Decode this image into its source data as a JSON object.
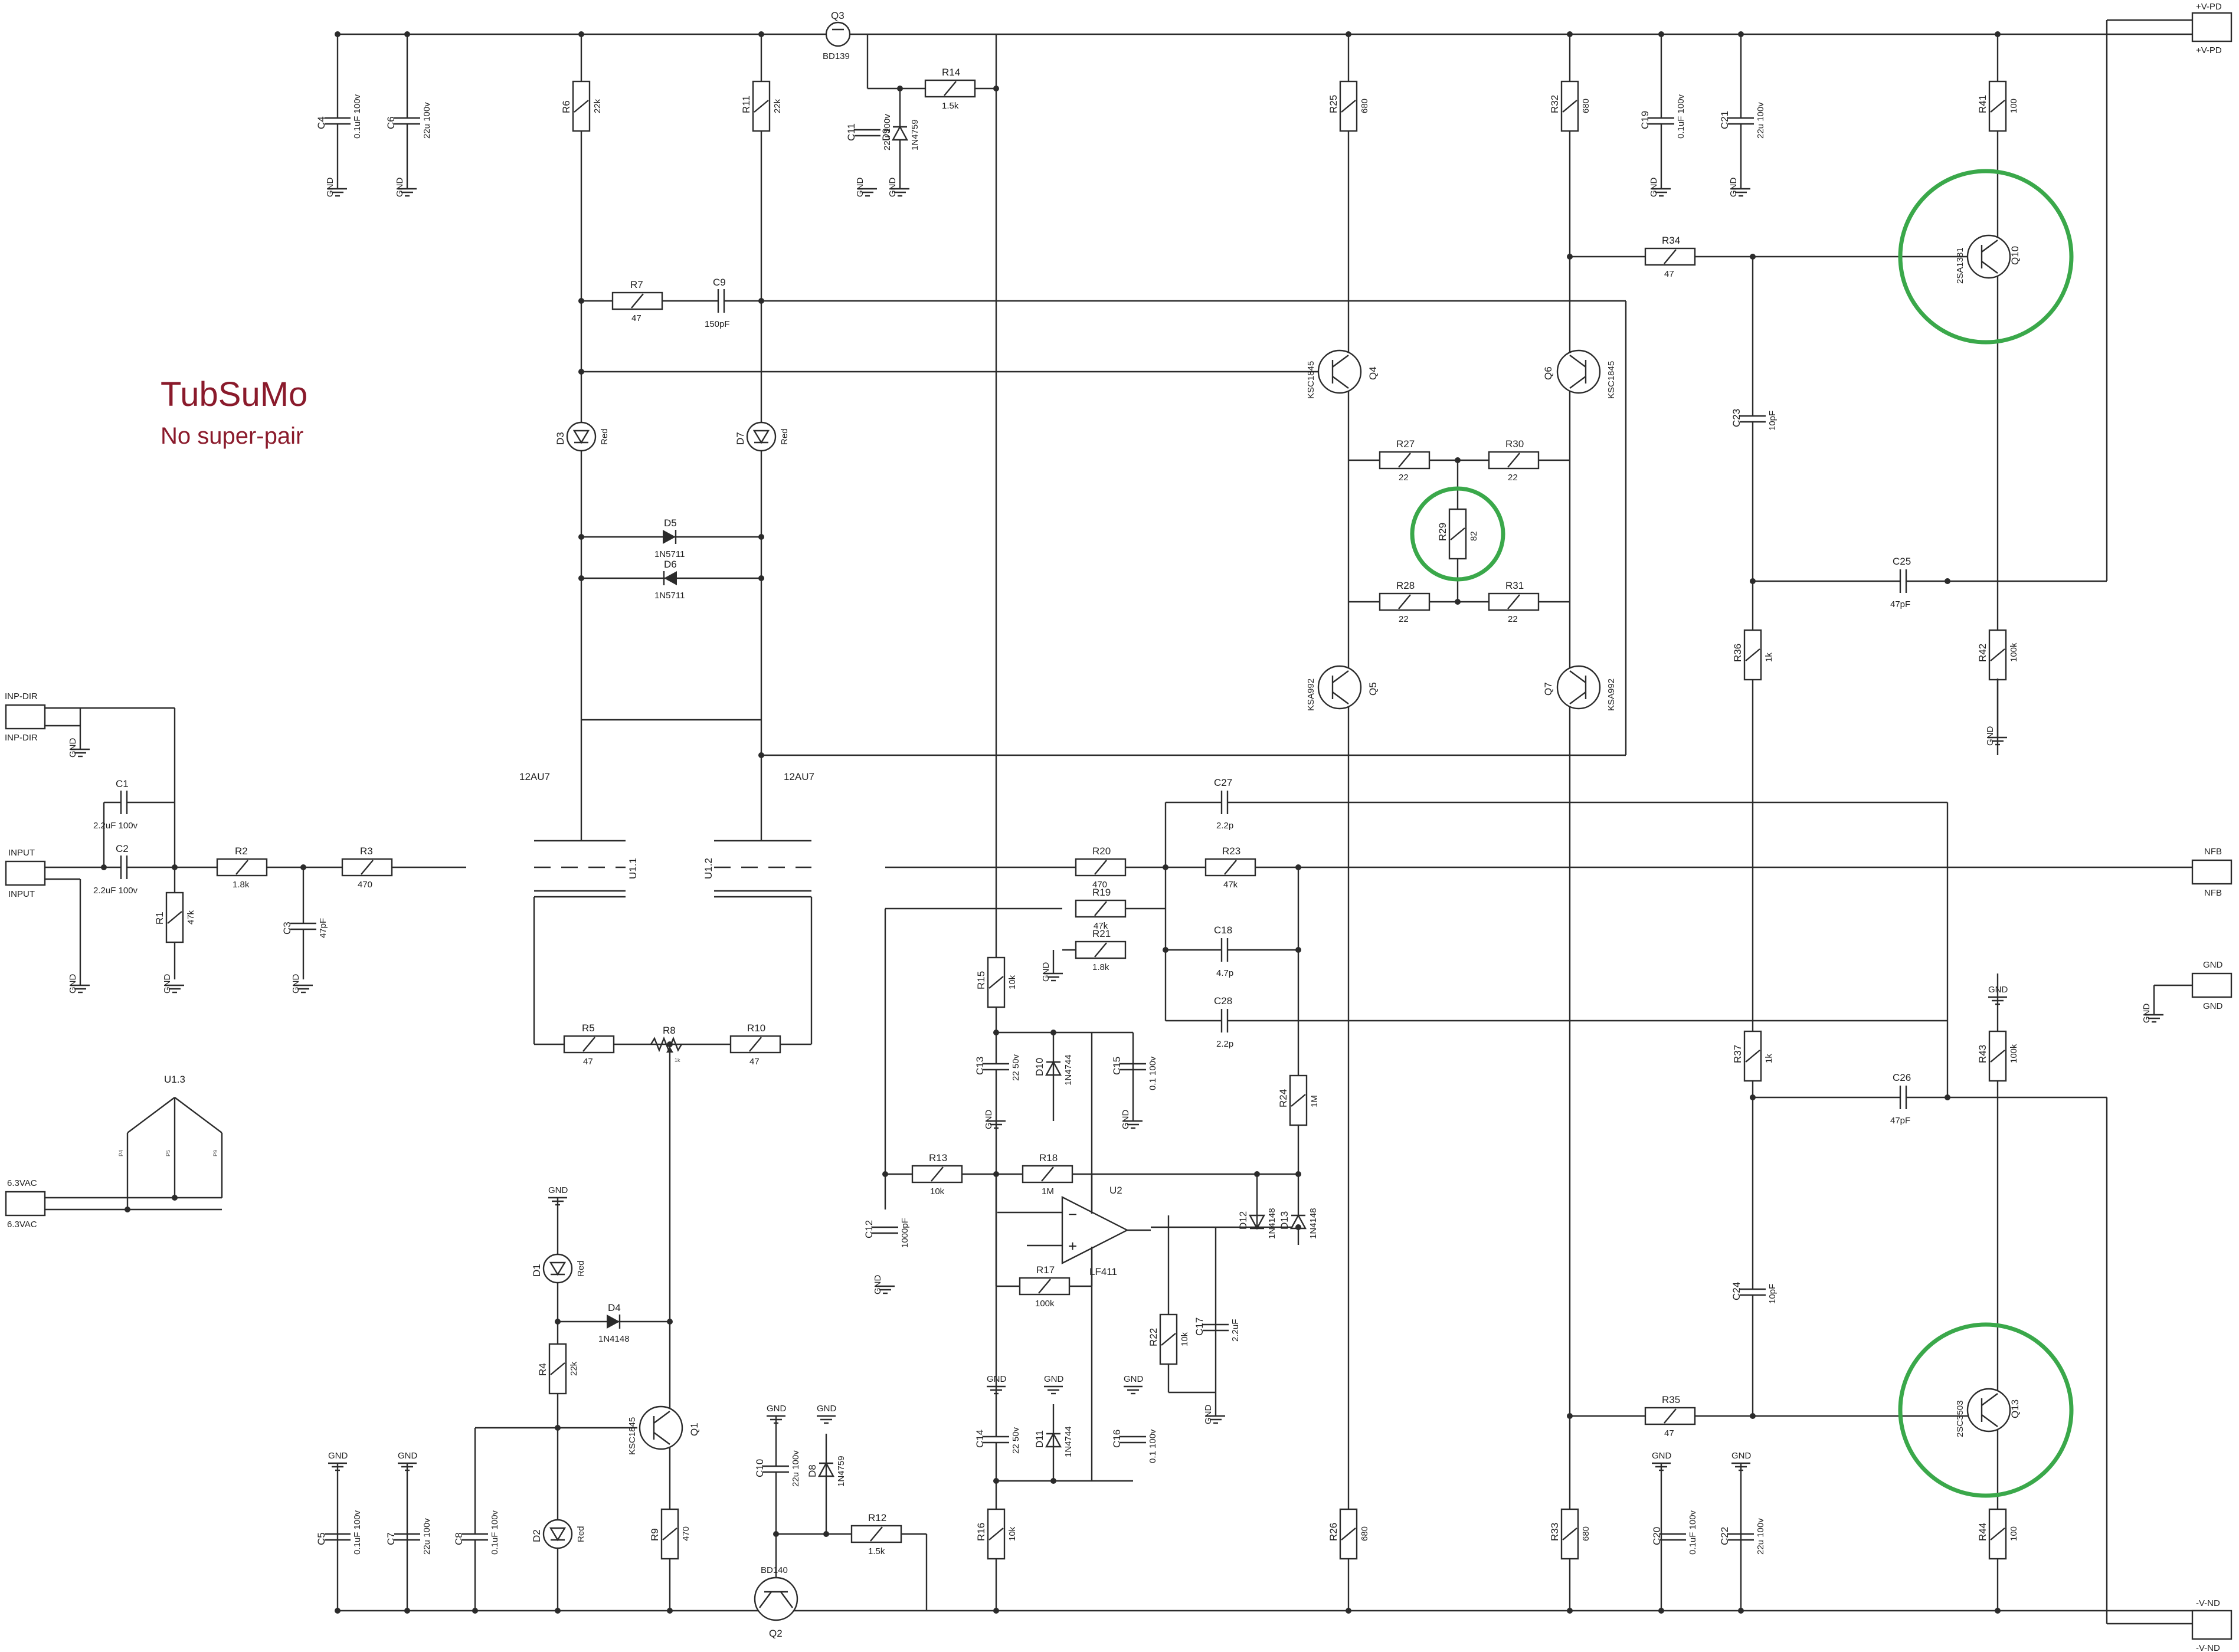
{
  "title": "TubSuMo",
  "subtitle": "No super-pair",
  "highlight_color": "#3aa84a",
  "title_color": "#8a1a2b",
  "resistors_h": [
    {
      "ref": "R2",
      "value": "1.8k"
    },
    {
      "ref": "R3",
      "value": "470"
    },
    {
      "ref": "R5",
      "value": "47"
    },
    {
      "ref": "R10",
      "value": "47"
    },
    {
      "ref": "R7",
      "value": "47"
    },
    {
      "ref": "R14",
      "value": "1.5k"
    },
    {
      "ref": "R34",
      "value": "47"
    },
    {
      "ref": "R27",
      "value": "22"
    },
    {
      "ref": "R30",
      "value": "22"
    },
    {
      "ref": "R28",
      "value": "22"
    },
    {
      "ref": "R31",
      "value": "22"
    },
    {
      "ref": "R20",
      "value": "470"
    },
    {
      "ref": "R23",
      "value": "47k"
    },
    {
      "ref": "R19",
      "value": "47k"
    },
    {
      "ref": "R21",
      "value": "1.8k"
    },
    {
      "ref": "R13",
      "value": "10k"
    },
    {
      "ref": "R18",
      "value": "1M"
    },
    {
      "ref": "R17",
      "value": "100k"
    },
    {
      "ref": "R12",
      "value": "1.5k"
    },
    {
      "ref": "R35",
      "value": "47"
    }
  ],
  "resistors_v": [
    {
      "ref": "R6",
      "value": "22k"
    },
    {
      "ref": "R11",
      "value": "22k"
    },
    {
      "ref": "R25",
      "value": "680"
    },
    {
      "ref": "R32",
      "value": "680"
    },
    {
      "ref": "R41",
      "value": "100"
    },
    {
      "ref": "R29",
      "value": "82"
    },
    {
      "ref": "R36",
      "value": "1k"
    },
    {
      "ref": "R42",
      "value": "100k"
    },
    {
      "ref": "R1",
      "value": "47k"
    },
    {
      "ref": "R15",
      "value": "10k"
    },
    {
      "ref": "R24",
      "value": "1M"
    },
    {
      "ref": "R37",
      "value": "1k"
    },
    {
      "ref": "R43",
      "value": "100k"
    },
    {
      "ref": "R4",
      "value": "22k"
    },
    {
      "ref": "R22",
      "value": "10k"
    },
    {
      "ref": "R9",
      "value": "470"
    },
    {
      "ref": "R16",
      "value": "10k"
    },
    {
      "ref": "R26",
      "value": "680"
    },
    {
      "ref": "R33",
      "value": "680"
    },
    {
      "ref": "R44",
      "value": "100"
    }
  ],
  "caps": [
    {
      "ref": "C4",
      "value": "0.1uF 100v"
    },
    {
      "ref": "C6",
      "value": "22u 100v"
    },
    {
      "ref": "C11",
      "value": "22u 100v"
    },
    {
      "ref": "C19",
      "value": "0.1uF 100v"
    },
    {
      "ref": "C21",
      "value": "22u 100v"
    },
    {
      "ref": "C9",
      "value": "150pF"
    },
    {
      "ref": "C23",
      "value": "10pF"
    },
    {
      "ref": "C25",
      "value": "47pF"
    },
    {
      "ref": "C1",
      "value": "2.2uF 100v"
    },
    {
      "ref": "C2",
      "value": "2.2uF 100v"
    },
    {
      "ref": "C3",
      "value": "47pF"
    },
    {
      "ref": "C27",
      "value": "2.2p"
    },
    {
      "ref": "C18",
      "value": "4.7p"
    },
    {
      "ref": "C28",
      "value": "2.2p"
    },
    {
      "ref": "C13",
      "value": "22 50v"
    },
    {
      "ref": "C15",
      "value": "0.1 100v"
    },
    {
      "ref": "C26",
      "value": "47pF"
    },
    {
      "ref": "C12",
      "value": "1000pF"
    },
    {
      "ref": "C24",
      "value": "10pF"
    },
    {
      "ref": "C17",
      "value": "2.2uF"
    },
    {
      "ref": "C14",
      "value": "22 50v"
    },
    {
      "ref": "C16",
      "value": "0.1 100v"
    },
    {
      "ref": "C10",
      "value": "22u 100v"
    },
    {
      "ref": "C5",
      "value": "0.1uF 100v"
    },
    {
      "ref": "C7",
      "value": "22u 100v"
    },
    {
      "ref": "C8",
      "value": "0.1uF 100v"
    },
    {
      "ref": "C20",
      "value": "0.1uF 100v"
    },
    {
      "ref": "C22",
      "value": "22u 100v"
    }
  ],
  "diodes": [
    {
      "ref": "D9",
      "value": "1N4759"
    },
    {
      "ref": "D5",
      "value": "1N5711"
    },
    {
      "ref": "D6",
      "value": "1N5711"
    },
    {
      "ref": "D10",
      "value": "1N4744"
    },
    {
      "ref": "D12",
      "value": "1N4148"
    },
    {
      "ref": "D13",
      "value": "1N4148"
    },
    {
      "ref": "D4",
      "value": "1N4148"
    },
    {
      "ref": "D11",
      "value": "1N4744"
    },
    {
      "ref": "D8",
      "value": "1N4759"
    }
  ],
  "leds": [
    {
      "ref": "D3",
      "value": "Red"
    },
    {
      "ref": "D7",
      "value": "Red"
    },
    {
      "ref": "D1",
      "value": "Red"
    },
    {
      "ref": "D2",
      "value": "Red"
    }
  ],
  "transistors": [
    {
      "ref": "Q3",
      "value": "BD139"
    },
    {
      "ref": "Q4",
      "value": "KSC1845"
    },
    {
      "ref": "Q6",
      "value": "KSC1845"
    },
    {
      "ref": "Q10",
      "value": "2SA1381"
    },
    {
      "ref": "Q5",
      "value": "KSA992"
    },
    {
      "ref": "Q7",
      "value": "KSA992"
    },
    {
      "ref": "Q1",
      "value": "KSC1845"
    },
    {
      "ref": "Q2",
      "value": "BD140"
    },
    {
      "ref": "Q13",
      "value": "2SC3503"
    }
  ],
  "tube": {
    "u11": "U1.1",
    "u12": "U1.2",
    "u13": "U1.3",
    "type": "12AU7",
    "heater_pins": [
      "P4",
      "P5",
      "P9"
    ]
  },
  "opamp": {
    "ref": "U2",
    "value": "LF411",
    "minus": "−",
    "plus": "+"
  },
  "pot": {
    "ref": "R8",
    "value": "1k"
  },
  "connectors": [
    {
      "ref": "INP-DIR"
    },
    {
      "ref": "INPUT"
    },
    {
      "ref": "6.3VAC"
    },
    {
      "ref": "+V-PD"
    },
    {
      "ref": "NFB"
    },
    {
      "ref": "GND"
    },
    {
      "ref": "-V-ND"
    }
  ],
  "gnd_label": "GND"
}
